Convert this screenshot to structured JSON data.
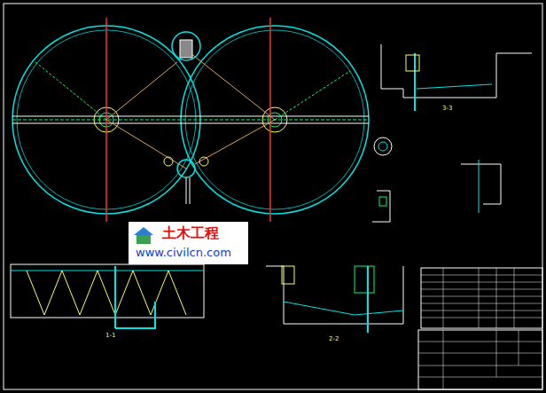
{
  "diagram": {
    "nodes": [
      {
        "text": [
          "土木工程",
          "www.civilcn.com"
        ]
      }
    ],
    "labels": [
      "1-1",
      "2-2",
      "3-3"
    ]
  }
}
